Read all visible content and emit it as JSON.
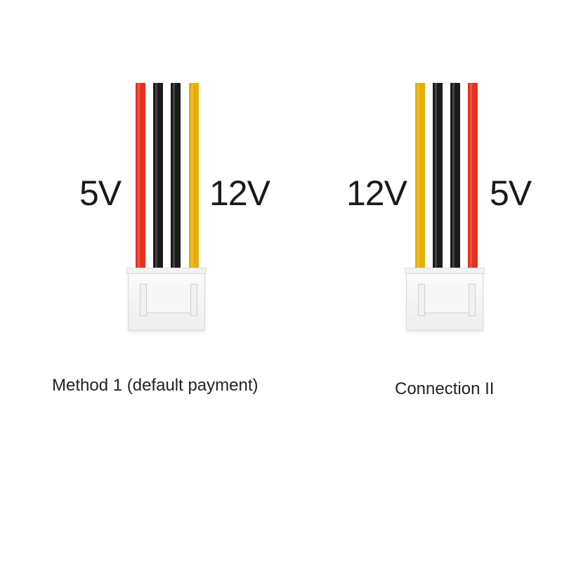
{
  "colors": {
    "red": "#e8301e",
    "black": "#1b1b1b",
    "yellow": "#e5ad05"
  },
  "left": {
    "wires": [
      "red",
      "black",
      "black",
      "yellow"
    ],
    "label_left": "5V",
    "label_right": "12V",
    "caption": "Method 1 (default payment)"
  },
  "right": {
    "wires": [
      "yellow",
      "black",
      "black",
      "red"
    ],
    "label_left": "12V",
    "label_right": "5V",
    "caption": "Connection II"
  }
}
